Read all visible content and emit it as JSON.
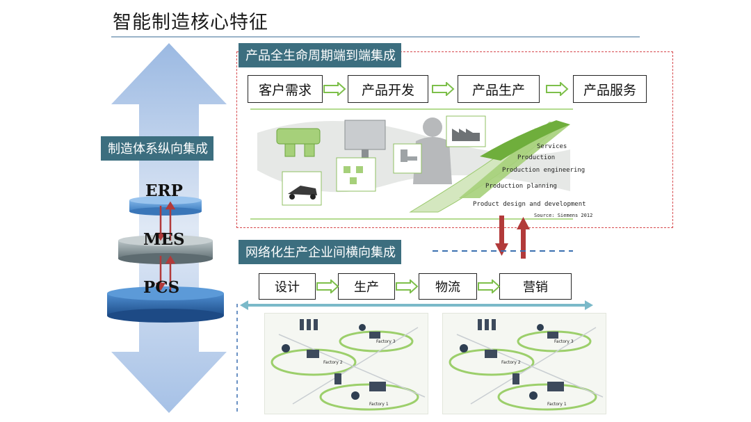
{
  "title": "智能制造核心特征",
  "vertical": {
    "banner": "制造体系纵向集成",
    "layers": [
      "ERP",
      "MES",
      "PCS"
    ],
    "colors": {
      "arrow": "#a9c3e6",
      "erp": "#4f8fd0",
      "mes": "#7e8f93",
      "pcs": "#2f6fb3",
      "link": "#b23a3a"
    }
  },
  "lifecycle": {
    "banner": "产品全生命周期端到端集成",
    "steps": [
      "客户需求",
      "产品开发",
      "产品生产",
      "产品服务"
    ],
    "stages": [
      "Services",
      "Production",
      "Production engineering",
      "Production planning",
      "Product design and development"
    ],
    "source": "Source: Siemens 2012"
  },
  "network": {
    "banner": "网络化生产企业间横向集成",
    "steps": [
      "设计",
      "生产",
      "物流",
      "营销"
    ],
    "factory_labels": [
      "Factory 1",
      "Factory 2",
      "Factory 3"
    ]
  },
  "colors": {
    "banner": "#3c6e7f",
    "green": "#7dbf4a",
    "red_dash": "#d6474b",
    "blue_dash": "#3a6fb0"
  }
}
